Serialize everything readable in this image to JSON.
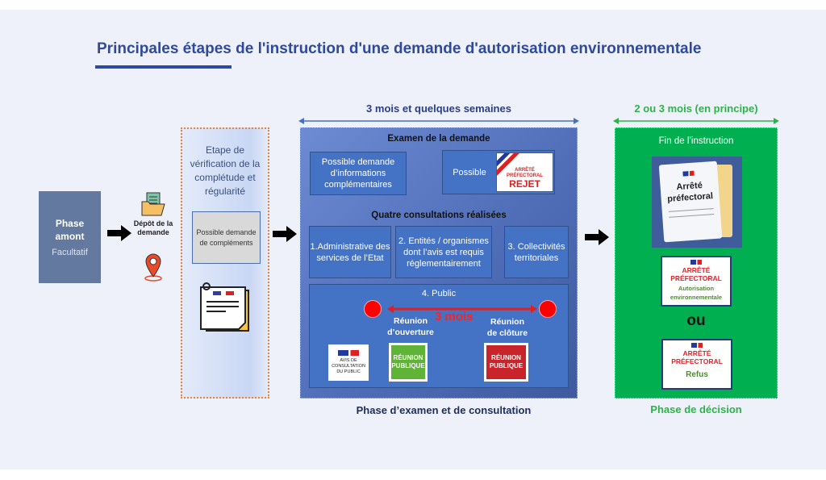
{
  "title": "Principales étapes de l'instruction d'une demande d'autorisation environnementale",
  "colors": {
    "title": "#2f4a9a",
    "phase_amont": "#64799f",
    "exam": "#4e6cb6",
    "decision": "#00b050",
    "verif_border": "#e8833a"
  },
  "phase_amont": {
    "title": "Phase amont",
    "subtitle": "Facultatif"
  },
  "depot": {
    "label": "Dépôt de la demande",
    "icons": [
      "folder-icon",
      "location-pin-icon"
    ]
  },
  "verification": {
    "title": "Etape de vérification de la complétude et régularité",
    "box": "Possible demande de compléments",
    "icon": "document-icon"
  },
  "exam": {
    "duration": "3 mois et quelques semaines",
    "section1": "Examen de la demande",
    "info_request": "Possible demande d’informations complémentaires",
    "possible": "Possible",
    "rejet_stamp": {
      "line1": "ARRÊTÉ",
      "line2": "PRÉFECTORAL",
      "line3": "REJET"
    },
    "section2": "Quatre consultations réalisées",
    "consultations": [
      "1.Administrative des services de l’Etat",
      "2. Entités / organismes dont l’avis est requis réglementairement",
      "3. Collectivités territoriales"
    ],
    "public": {
      "title": "4. Public",
      "duration": "3 mois",
      "opening": "Réunion d’ouverture",
      "closing": "Réunion de clôture",
      "avis": "AVIS DE CONSULTATION DU PUBLIC",
      "reunion_badge": "RÉUNION PUBLIQUE"
    },
    "phase_label": "Phase d’examen et de consultation"
  },
  "decision": {
    "duration": "2 ou 3 mois (en principe)",
    "title": "Fin de l’instruction",
    "arrete_image": "Arrêté préfectoral",
    "card1": {
      "head": "ARRÊTÉ PRÉFECTORAL",
      "body": "Autorisation environnementale"
    },
    "or": "ou",
    "card2": {
      "head": "ARRÊTÉ PRÉFECTORAL",
      "body": "Refus"
    },
    "phase_label": "Phase de décision"
  }
}
